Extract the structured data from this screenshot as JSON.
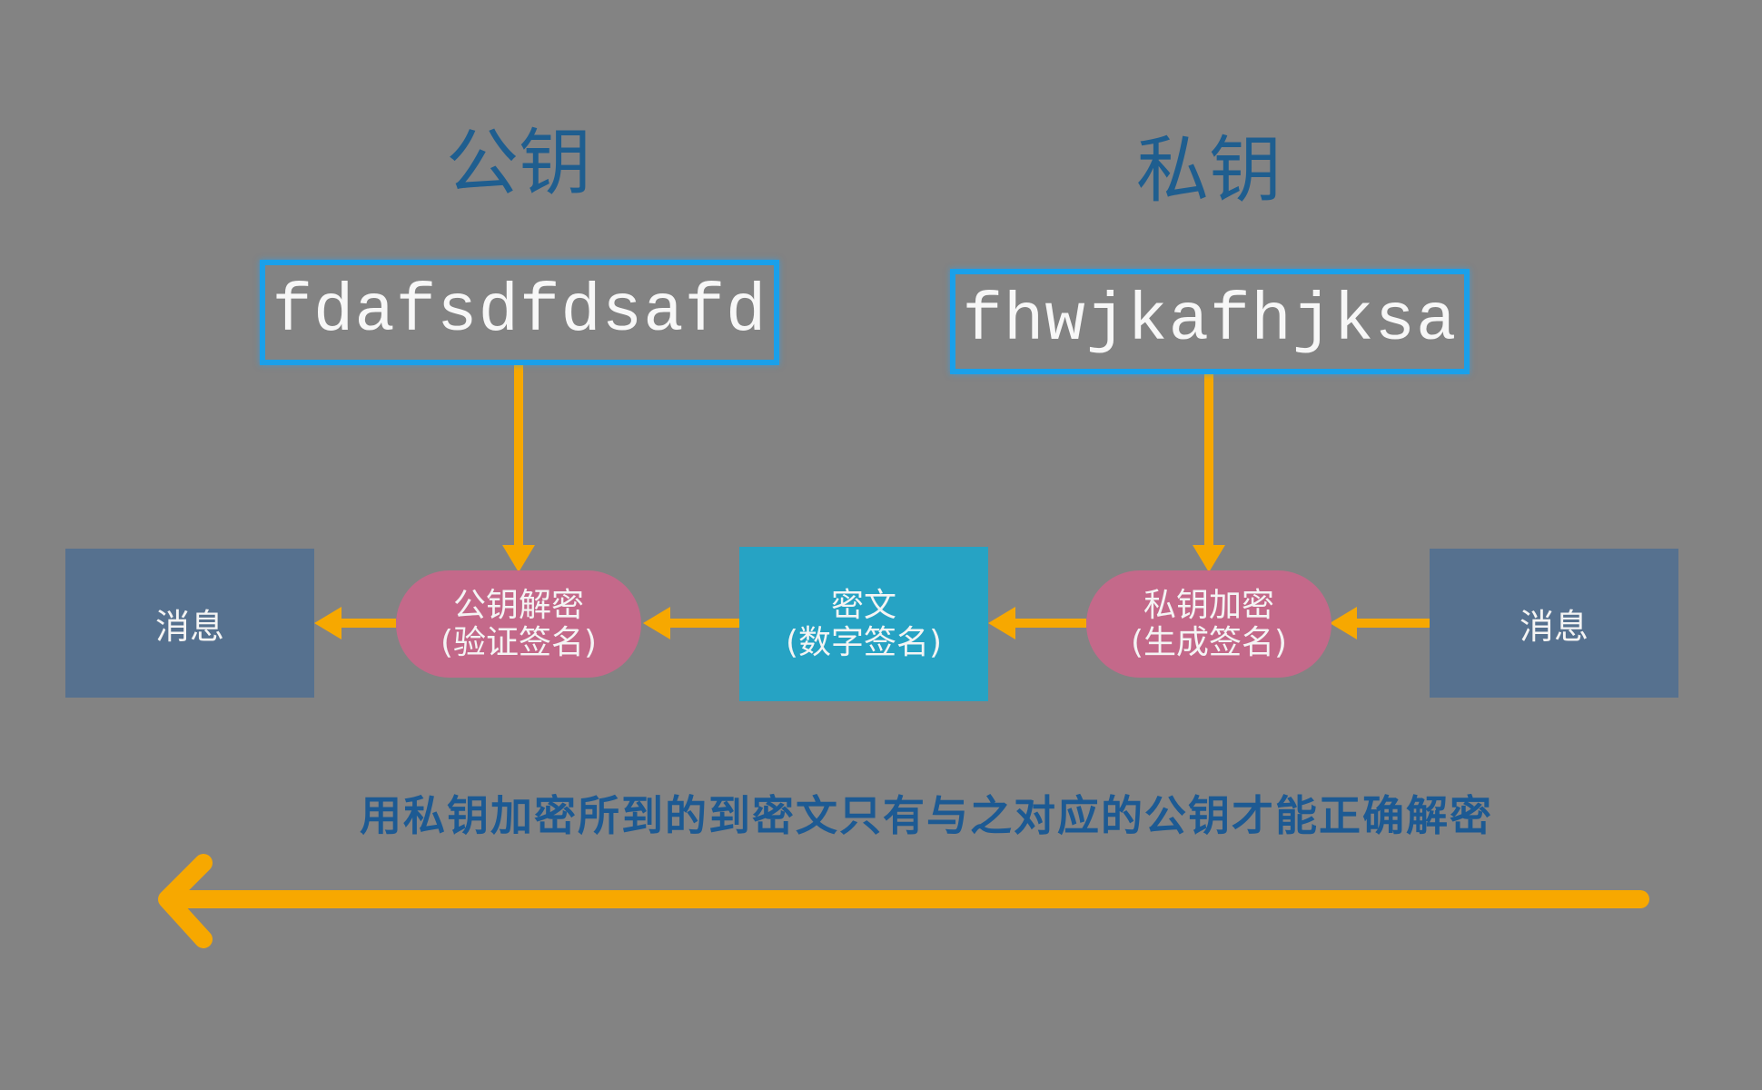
{
  "public_key": {
    "title": "公钥",
    "value": "fdafsdfdsafd"
  },
  "private_key": {
    "title": "私钥",
    "value": "fhwjkafhjksa"
  },
  "flow": {
    "message_left": "消息",
    "decrypt_line1": "公钥解密",
    "decrypt_line2": "(验证签名)",
    "cipher_line1": "密文",
    "cipher_line2": "(数字签名)",
    "encrypt_line1": "私钥加密",
    "encrypt_line2": "(生成签名)",
    "message_right": "消息"
  },
  "caption": "用私钥加密所到的到密文只有与之对应的公钥才能正确解密",
  "colors": {
    "background": "#838383",
    "arrow": "#f7a800",
    "key_border": "#1aa0ea",
    "heading_text": "#1f5e8f",
    "message_box": "#56718f",
    "cipher_box": "#26a3c4",
    "process_pill": "#c4698a"
  }
}
